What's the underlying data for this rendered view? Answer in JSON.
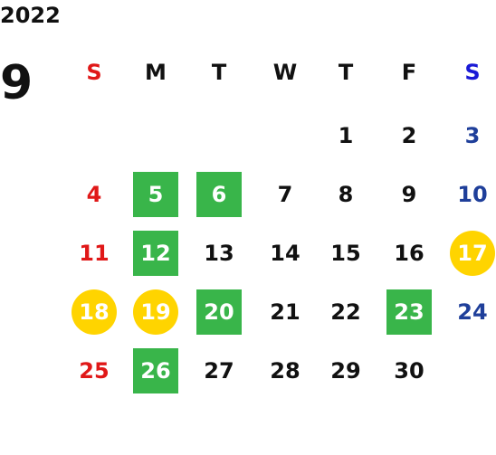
{
  "calendar": {
    "year": "2022",
    "month": "9",
    "weekdays": [
      "S",
      "M",
      "T",
      "W",
      "T",
      "F",
      "S"
    ],
    "weeks": [
      [
        "",
        "",
        "",
        "",
        "1",
        "2",
        "3"
      ],
      [
        "4",
        "5",
        "6",
        "7",
        "8",
        "9",
        "10"
      ],
      [
        "11",
        "12",
        "13",
        "14",
        "15",
        "16",
        "17"
      ],
      [
        "18",
        "19",
        "20",
        "21",
        "22",
        "23",
        "24"
      ],
      [
        "25",
        "26",
        "27",
        "28",
        "29",
        "30",
        ""
      ]
    ],
    "highlight_green": [
      "5",
      "6",
      "12",
      "20",
      "23",
      "26"
    ],
    "highlight_yellow": [
      "17",
      "18",
      "19"
    ],
    "colors": {
      "text": "#111111",
      "sunday": "#e01818",
      "saturday": "#1f3f9a",
      "saturday_header": "#1a1ad6",
      "green": "#39b54a",
      "yellow": "#ffd400"
    }
  }
}
